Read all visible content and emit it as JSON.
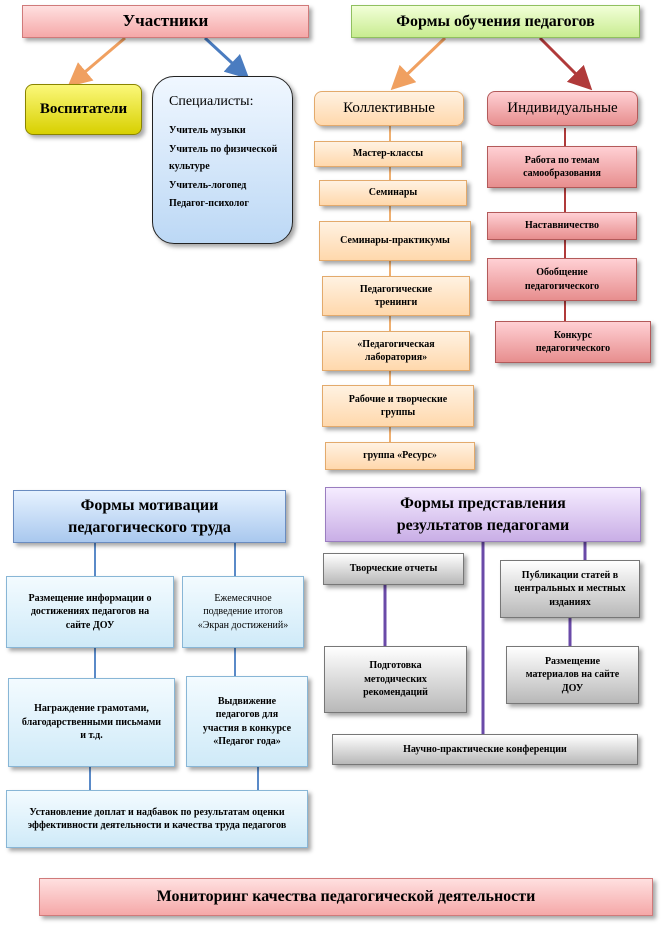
{
  "participants": {
    "title": "Участники",
    "educators": "Воспитатели",
    "specialists_title": "Специалисты:",
    "specialists": [
      "Учитель музыки",
      "Учитель по физической культуре",
      "Учитель-логопед",
      "Педагог-психолог"
    ]
  },
  "forms": {
    "title": "Формы обучения педагогов",
    "collective": {
      "title": "Коллективные",
      "items": [
        "Мастер-классы",
        "Семинары",
        "Семинары-практикумы",
        "Педагогические тренинги",
        "«Педагогическая лаборатория»",
        "Рабочие и творческие группы",
        "группа «Ресурс»"
      ]
    },
    "individual": {
      "title": "Индивидуальные",
      "items": [
        "Работа по темам самообразования",
        "Наставничество",
        "Обобщение педагогического",
        "Конкурс педагогического"
      ]
    }
  },
  "motivation": {
    "title": "Формы мотивации педагогического труда",
    "items": [
      "Размещение информации о достижениях педагогов на сайте ДОУ",
      "Ежемесячное подведение итогов «Экран достижений»",
      "Награждение грамотами, благодарственными письмами и т.д.",
      "Выдвижение педагогов для участия в конкурсе «Педагог года»",
      "Установление доплат и надбавок по результатам оценки эффективности деятельности и качества труда педагогов"
    ]
  },
  "presentation": {
    "title": "Формы представления результатов педагогами",
    "items": [
      "Творческие отчеты",
      "Публикации статей в центральных и местных изданиях",
      "Подготовка методических рекомендаций",
      "Размещение материалов на сайте ДОУ",
      "Научно-практические конференции"
    ]
  },
  "monitoring": "Мониторинг качества педагогической деятельности",
  "colors": {
    "arrow_orange": "#f0a060",
    "arrow_blue": "#4a7cc0",
    "arrow_red": "#b03a3a",
    "line_blue": "#5a8ac8",
    "line_purple": "#6a4aa8"
  }
}
